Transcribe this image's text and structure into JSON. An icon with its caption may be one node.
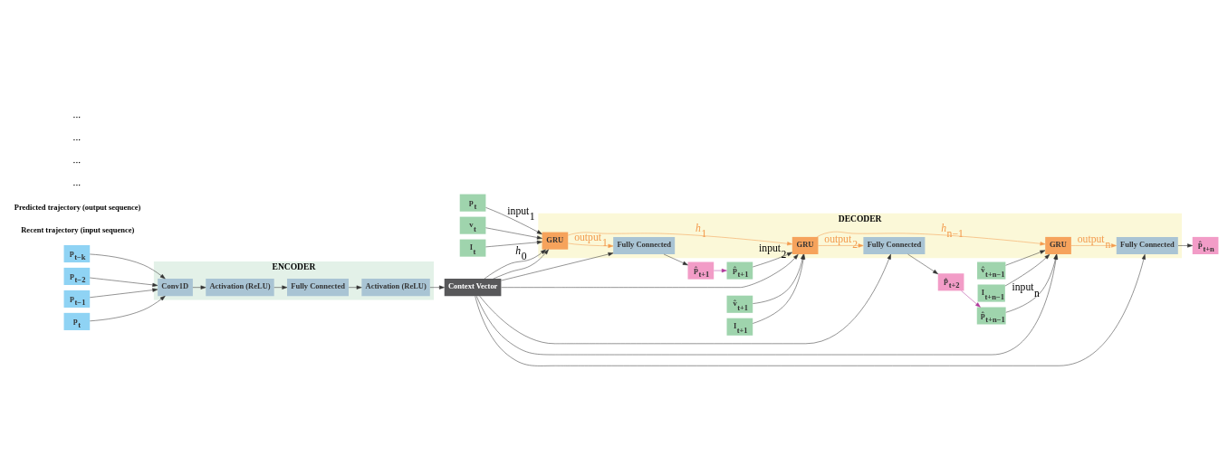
{
  "diagram": {
    "nodes": [
      {
        "text": [
          "ENCODER"
        ]
      },
      {
        "text": [
          "Conv1D"
        ],
        "in": 0
      },
      {
        "text": [
          "Activation (ReLU)"
        ],
        "in": 0
      },
      {
        "text": [
          "Fully Connected"
        ],
        "in": 0
      },
      {
        "text": [
          "Activation (ReLU)"
        ],
        "in": 0
      },
      {
        "text": [
          "**p**$_{t−k}$"
        ]
      },
      {
        "text": [
          "**p**$_{t−2}$"
        ]
      },
      {
        "text": [
          "**p**$_{t−1}$"
        ]
      },
      {
        "text": [
          "**p**$_{t}$"
        ]
      },
      {
        "text": [
          "Context Vector"
        ]
      },
      {
        "text": [
          "DECODER"
        ]
      },
      {
        "text": [
          "Fully Connected"
        ],
        "in": 10
      },
      {
        "text": [
          "GRU"
        ],
        "in": 10
      },
      {
        "text": [
          "Fully Connected"
        ],
        "in": 10
      },
      {
        "text": [
          "GRU"
        ],
        "in": 10
      },
      {
        "text": [
          "Fully Connected"
        ],
        "in": 10
      },
      {
        "text": [
          "GRU"
        ],
        "in": 10
      },
      {
        "text": [
          "**p̂**$_{t+1}$"
        ]
      },
      {
        "text": [
          "**p̂**$_{t+2}$"
        ]
      },
      {
        "text": [
          "**p̂**$_{t+n}$"
        ]
      },
      {
        "text": [
          "**p**$_{t}$"
        ]
      },
      {
        "text": [
          "**v**$_{t}$"
        ]
      },
      {
        "text": [
          "**I**$_{t}$"
        ]
      },
      {
        "text": [
          "**p̂**$_{t+1}$"
        ]
      },
      {
        "text": [
          "**v̂**$_{t+1}$"
        ]
      },
      {
        "text": [
          "**I**$_{t+1}$"
        ]
      },
      {
        "text": [
          "**p̂**$_{t+n−1}$"
        ]
      },
      {
        "text": [
          "**v̂**$_{t+n−1}$"
        ]
      },
      {
        "text": [
          "**I**$_{t+n−1}$"
        ]
      }
    ],
    "edges": [
      {
        "from": 5,
        "to": 1,
        "arrow": "to"
      },
      {
        "from": 6,
        "to": 1,
        "arrow": "to"
      },
      {
        "from": 7,
        "to": 1,
        "arrow": "to"
      },
      {
        "from": 8,
        "to": 1,
        "arrow": "to"
      },
      {
        "from": 1,
        "to": 2,
        "arrow": "to"
      },
      {
        "from": 2,
        "to": 3,
        "arrow": "to"
      },
      {
        "from": 3,
        "to": 4,
        "arrow": "to"
      },
      {
        "from": 4,
        "to": 9,
        "arrow": "to"
      },
      {
        "from": 9,
        "to": 12,
        "arrow": "to",
        "label": "*h*$_{0}$"
      },
      {
        "from": 20,
        "to": 12,
        "arrow": "to",
        "label": "input$_{1}$"
      },
      {
        "from": 21,
        "to": 12,
        "arrow": "to"
      },
      {
        "from": 22,
        "to": 12,
        "arrow": "to"
      },
      {
        "from": 9,
        "to": 12,
        "arrow": "to"
      },
      {
        "from": 12,
        "to": 11,
        "arrow": "to",
        "label": "output$_{1}$",
        "color": "#f39a4c"
      },
      {
        "from": 9,
        "to": 11,
        "arrow": "to"
      },
      {
        "from": 11,
        "to": 17,
        "arrow": "to"
      },
      {
        "from": 17,
        "to": 23,
        "arrow": "to",
        "color": "#b0399a"
      },
      {
        "from": 12,
        "to": 14,
        "arrow": "to",
        "label": "*h*$_{1}$",
        "color": "#f39a4c"
      },
      {
        "from": 23,
        "to": 14,
        "arrow": "to",
        "label": "input$_{2}$"
      },
      {
        "from": 24,
        "to": 14,
        "arrow": "to"
      },
      {
        "from": 25,
        "to": 14,
        "arrow": "to"
      },
      {
        "from": 9,
        "to": 14,
        "arrow": "to"
      },
      {
        "from": 14,
        "to": 13,
        "arrow": "to",
        "label": "output$_{2}$",
        "color": "#f39a4c"
      },
      {
        "from": 9,
        "to": 13,
        "arrow": "to"
      },
      {
        "from": 13,
        "to": 18,
        "arrow": "to"
      },
      {
        "from": 18,
        "to": 26,
        "arrow": "to",
        "color": "#b0399a"
      },
      {
        "from": 14,
        "to": 16,
        "arrow": "to",
        "label": "*h*$_{n−1}$",
        "color": "#f39a4c"
      },
      {
        "from": 26,
        "to": 16,
        "arrow": "to",
        "label": "input$_{n}$"
      },
      {
        "from": 27,
        "to": 16,
        "arrow": "to"
      },
      {
        "from": 28,
        "to": 16,
        "arrow": "to"
      },
      {
        "from": 9,
        "to": 16,
        "arrow": "to"
      },
      {
        "from": 16,
        "to": 15,
        "arrow": "to",
        "label": "output$_{n}$",
        "color": "#f39a4c"
      },
      {
        "from": 9,
        "to": 15,
        "arrow": "to"
      },
      {
        "from": 15,
        "to": 19,
        "arrow": "to"
      }
    ],
    "labels": [
      "Recent trajectory (input sequence)",
      "Predicted trajectory (output sequence)",
      "···",
      "···",
      "···",
      "···"
    ]
  }
}
